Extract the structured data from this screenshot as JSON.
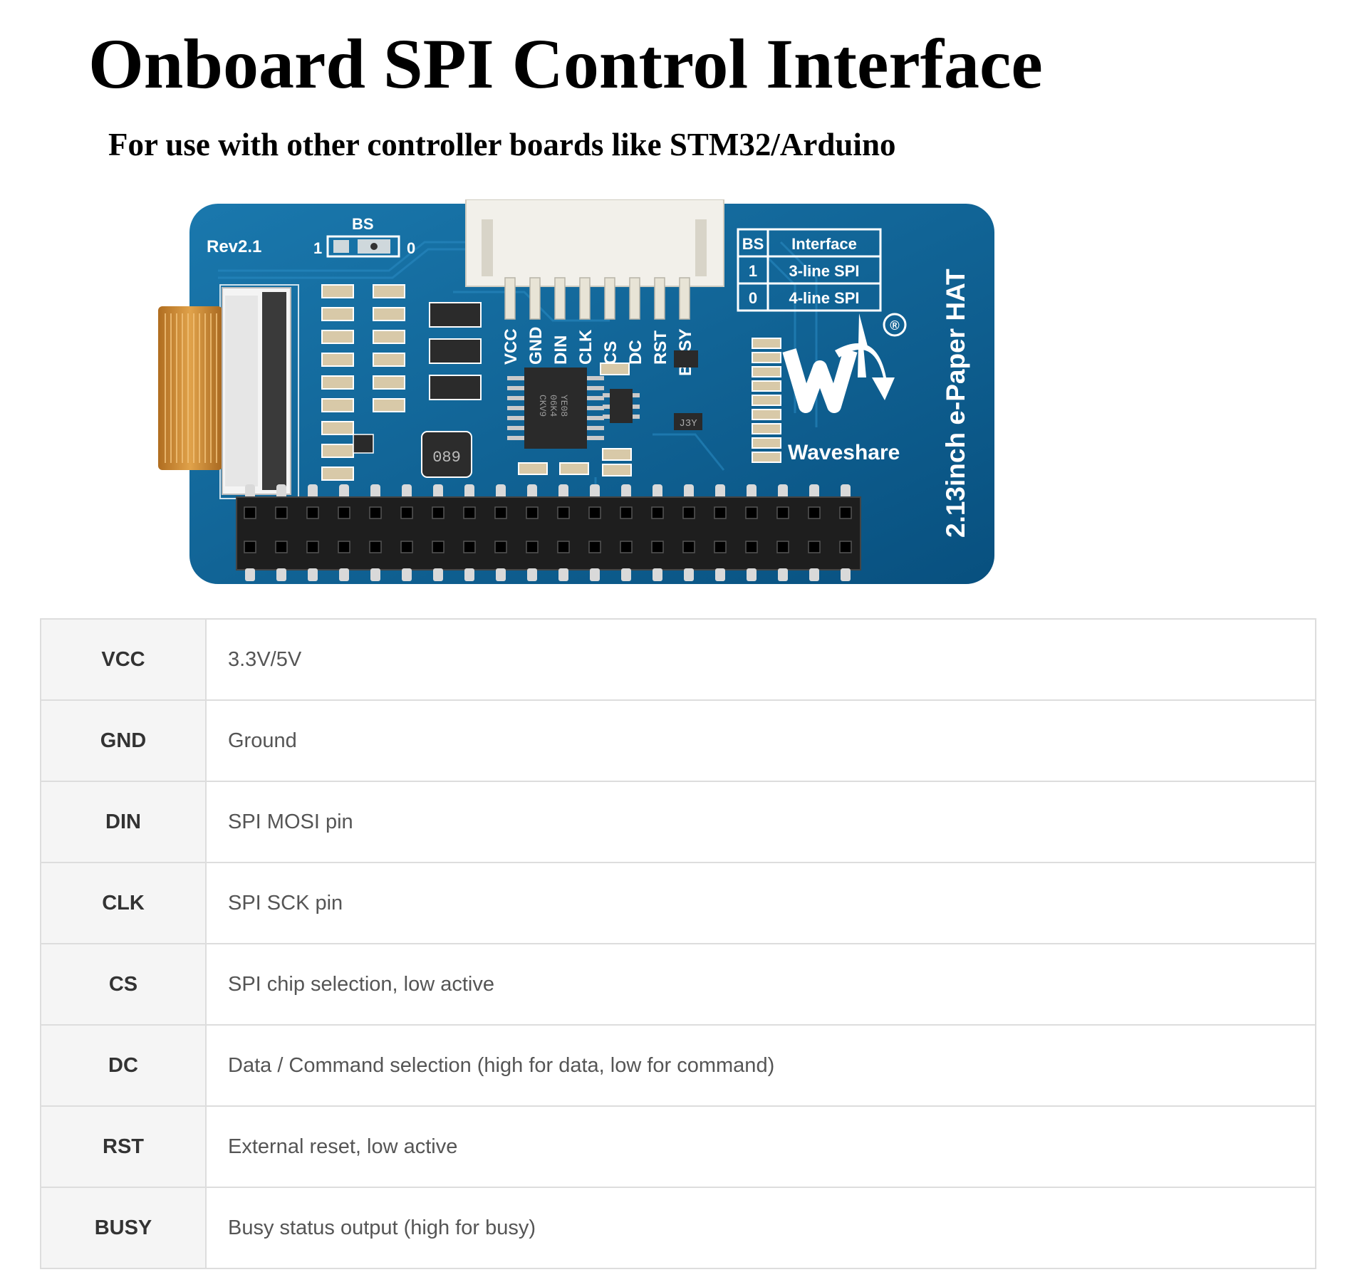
{
  "title": "Onboard SPI Control Interface",
  "subtitle": "For use with other controller boards like STM32/Arduino",
  "board": {
    "rev_label": "Rev2.1",
    "bs_label": "BS",
    "bs_one": "1",
    "bs_zero": "0",
    "header_pins": [
      "VCC",
      "GND",
      "DIN",
      "CLK",
      "CS",
      "DC",
      "RST",
      "BUSY"
    ],
    "bs_table": {
      "headers": [
        "BS",
        "Interface"
      ],
      "rows": [
        {
          "bs": "1",
          "interface": "3-line SPI"
        },
        {
          "bs": "0",
          "interface": "4-line SPI"
        }
      ]
    },
    "brand": "Waveshare",
    "registered": "®",
    "product": "2.13inch e-Paper HAT",
    "inductor_code": "089",
    "chip_lines": [
      "YE08",
      "06K4",
      "CKV9"
    ],
    "sot_code": "J3Y",
    "colors": {
      "pcb": "#0b5f93",
      "silk": "#ffffff",
      "gold": "#c88a34"
    }
  },
  "pins": [
    {
      "name": "VCC",
      "description": "3.3V/5V"
    },
    {
      "name": "GND",
      "description": "Ground"
    },
    {
      "name": "DIN",
      "description": "SPI MOSI pin"
    },
    {
      "name": "CLK",
      "description": "SPI SCK pin"
    },
    {
      "name": "CS",
      "description": "SPI chip selection, low active"
    },
    {
      "name": "DC",
      "description": "Data / Command selection (high for data, low for command)"
    },
    {
      "name": "RST",
      "description": "External reset, low active"
    },
    {
      "name": "BUSY",
      "description": "Busy status output (high for busy)"
    }
  ]
}
